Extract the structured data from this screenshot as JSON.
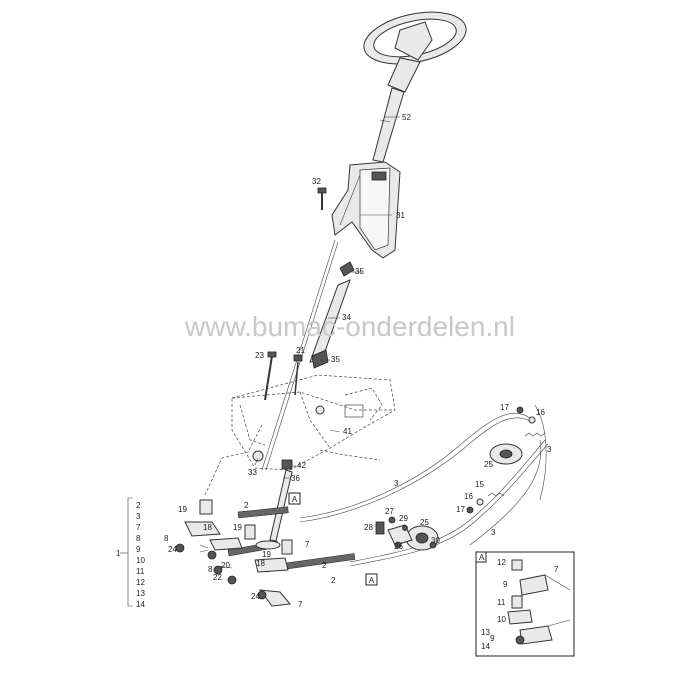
{
  "watermark": "www.bumac-onderdelen.nl",
  "detail_marker": "A",
  "callouts": {
    "c52": "52",
    "c32": "32",
    "c31": "31",
    "c35a": "35",
    "c34": "34",
    "c23": "23",
    "c21": "21",
    "c35b": "35",
    "c41": "41",
    "c33": "33",
    "c42": "42",
    "c36": "36",
    "c3a": "3",
    "c17a": "17",
    "c16a": "16",
    "c3b": "3",
    "c25a": "25",
    "c15": "15",
    "c16b": "16",
    "c17b": "17",
    "c3c": "3",
    "c28": "28",
    "c27": "27",
    "c29": "29",
    "c25b": "25",
    "c26": "26",
    "c30": "30",
    "c19a": "19",
    "c2a": "2",
    "c18a": "18",
    "c19b": "19",
    "c8a": "8",
    "c24a": "24",
    "c19c": "19",
    "c7a": "7",
    "c20": "20",
    "c18b": "18",
    "c8b": "8",
    "c22": "22",
    "c2b": "2",
    "c2c": "2",
    "c24b": "24",
    "c7b": "7",
    "d12": "12",
    "d7": "7",
    "d9a": "9",
    "d11": "11",
    "d10": "10",
    "d13": "13",
    "d9b": "9",
    "d14": "14",
    "dA": "A"
  },
  "group_label": "1",
  "group_items": [
    "2",
    "3",
    "7",
    "8",
    "9",
    "10",
    "11",
    "12",
    "13",
    "14"
  ]
}
